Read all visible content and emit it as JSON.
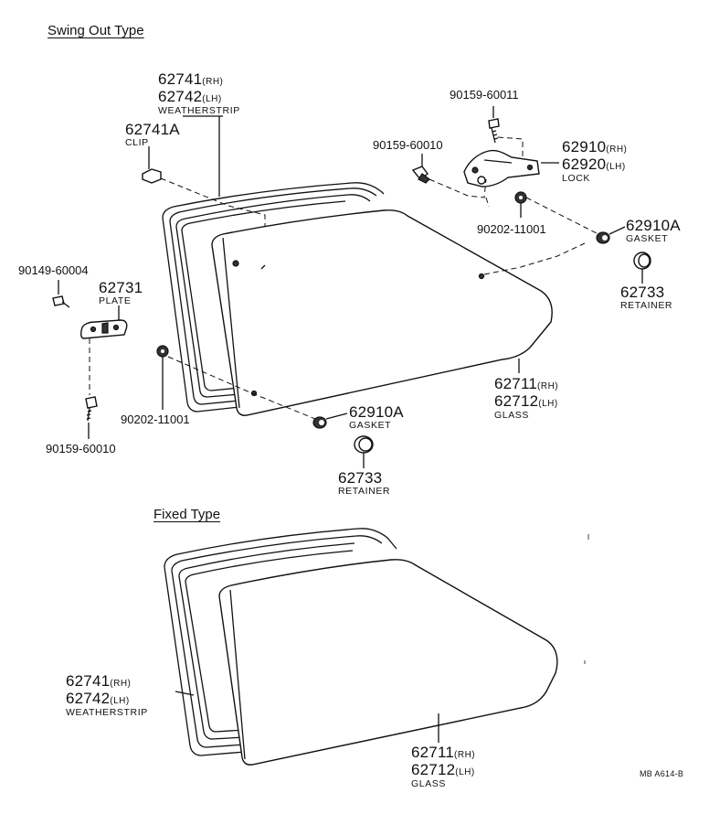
{
  "sections": {
    "swing_out": "Swing Out Type",
    "fixed": "Fixed Type"
  },
  "swing": {
    "weatherstrip": {
      "rh": "62741",
      "rh_sfx": "(RH)",
      "lh": "62742",
      "lh_sfx": "(LH)",
      "name": "WEATHERSTRIP"
    },
    "clip": {
      "pn": "62741A",
      "name": "CLIP"
    },
    "bolt_top": "90159-60011",
    "bolt_left_top": "90159-60010",
    "lock": {
      "rh": "62910",
      "rh_sfx": "(RH)",
      "lh": "62920",
      "lh_sfx": "(LH)",
      "name": "LOCK"
    },
    "nut_right": "90202-11001",
    "gasket_right": {
      "pn": "62910A",
      "name": "GASKET"
    },
    "retainer_right": {
      "pn": "62733",
      "name": "RETAINER"
    },
    "screw_left": "90149-60004",
    "plate": {
      "pn": "62731",
      "name": "PLATE"
    },
    "bolt_bottom_left": "90159-60010",
    "nut_bottom": "90202-11001",
    "gasket_bottom": {
      "pn": "62910A",
      "name": "GASKET"
    },
    "retainer_bottom": {
      "pn": "62733",
      "name": "RETAINER"
    },
    "glass": {
      "rh": "62711",
      "rh_sfx": "(RH)",
      "lh": "62712",
      "lh_sfx": "(LH)",
      "name": "GLASS"
    }
  },
  "fixed": {
    "weatherstrip": {
      "rh": "62741",
      "rh_sfx": "(RH)",
      "lh": "62742",
      "lh_sfx": "(LH)",
      "name": "WEATHERSTRIP"
    },
    "glass": {
      "rh": "62711",
      "rh_sfx": "(RH)",
      "lh": "62712",
      "lh_sfx": "(LH)",
      "name": "GLASS"
    }
  },
  "figure_code": "MB A614-B"
}
